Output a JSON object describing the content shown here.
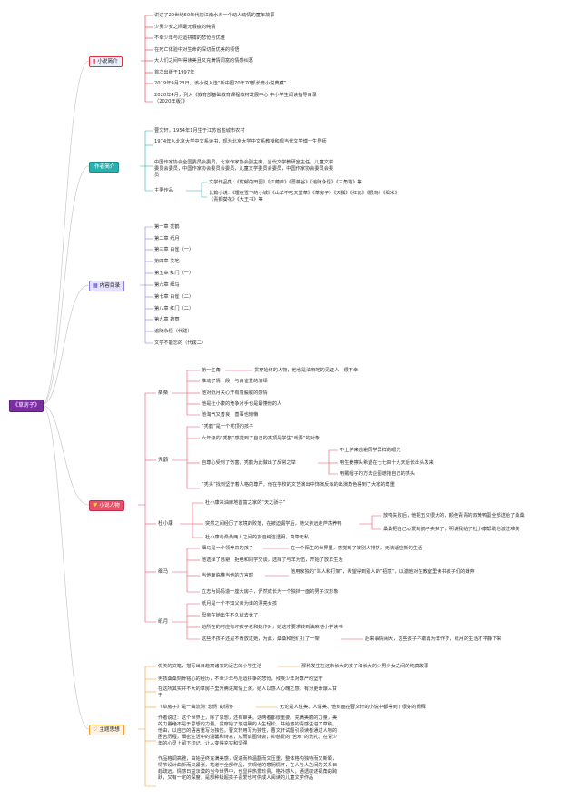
{
  "root": {
    "label": "《草房子》"
  },
  "sections": {
    "intro": {
      "label": "小说简介",
      "icon": "book-icon",
      "color": "#e03040",
      "items": [
        "讲述了20世纪60年代初江南水乡一个动人动情的童年故事",
        "少男少女之间毫无瑕疵的纯情",
        "不幸少年与厄运拼搏的悲怆与优雅",
        "在死亡体验中对生命的深切而优美的领悟",
        "大人们之间叫得读美且又充满情调富的情感纠葛",
        "首次出版于1997年",
        "2019年9月23日，该小说入选“新中国70年70部长篇小说典藏”",
        "2020年4月，列入《教育部基础教育课程教材发展中心 中小学生阅读指导目录（2020年版）》"
      ]
    },
    "author": {
      "label": "作者简介",
      "icon": "person-icon",
      "color": "#2bb0b0",
      "items": [
        "曹文轩，1954年1月生于江苏省盐城市农村",
        "1974年入北京大学中文系读书，现为北京大学中文系教授和现当代文学博士生导师",
        "中国作家协会全国委员会委员，北京作家协会副主席，当代文学教研室主任，儿童文学委员会委员，中国作家协会委员会委员，儿童文学委员会委员，中国作家协会委员会委员",
        "主要作品"
      ],
      "works": [
        "文学作品集：《忧郁的田园》《红葫芦》《蔷薇谷》《追随永恒》《三角地》等",
        "长篇小说：《埋在雪下的小城》《山羊不吃天堂草》《草房子》《天瓢》《红瓦》《根鸟》《细米》《青铜葵花》《大王书》等"
      ]
    },
    "contents": {
      "label": "内容目录",
      "icon": "list-icon",
      "color": "#8a7fd8",
      "items": [
        "第一章 秃鹤",
        "第二章 纸月",
        "第三章 白雀（一）",
        "第四章 艾地",
        "第五章 红门（一）",
        "第六章 细马",
        "第七章 白雀（二）",
        "第八章 红门（二）",
        "第九章 药寮",
        "追随永恒（代跋）",
        "文学不能忘的（代跋二）"
      ]
    },
    "characters": {
      "label": "小说人物",
      "icon": "heart-icon",
      "color": "#e8506a",
      "sangsang": {
        "name": "桑桑",
        "items": [
          "第一主角",
          "推动了情一段，与白雀爱的演绎",
          "他对纸月关心开有着朦胧的感情",
          "他是杜小康的竞争对手也是最懂他的人",
          "他淘气又善良，善事也懒懒"
        ],
        "note": "贯穿始终的人物，他也是油麻地的见证人，很不幸"
      },
      "tuhe": {
        "name": "秃鹤",
        "items": [
          "“秃鹤”是一个秃顶的孩子",
          "六年级的“秃鹤”感觉到了自己的秃顶是学生“戏弄”的对象",
          "自尊心受到了伤害，秃鹤为此做出了反常之举",
          "“秃头”找到坚守着人格的尊严，他在学校的文艺演出中饰演反派的出演角色得到了大家的尊重"
        ],
        "reactions": [
          "不上学来逃避同学异样的眼光",
          "用生姜擦头希望在七七四十九天后长出头发来",
          "用戴帽子的方法企图遮掩自己的秃头"
        ]
      },
      "duxiaokang": {
        "name": "杜小康",
        "items": [
          "杜小康来油麻地首富之家的“天之骄子”",
          "突然之间经历了家境的败落，在被迫辍学后，随父亲远走芦荡养鸭",
          "杜小康与桑桑两人之间的友谊纯洁透明，真挚无私"
        ],
        "notes": [
          "放鸭失败后，他把五只很大的、颜色青青的双黄鸭蛋全部送给了桑桑",
          "桑桑把自己心爱的鸽子卖掉了，明说我给了杜小康帮助他渡过难关"
        ]
      },
      "ximа": {
        "name": "细马",
        "items": [
          "细马是一个领养来的孩子",
          "他选择了逃避，拒绝和同学交谈，选择了与羊为伍，开始了放羊生活",
          "当他面临懂当他的方言时",
          "立志为妈妈造一座大房子，俨然成长为一个独挡一面的男子汉形象"
        ],
        "notes": [
          "在一个陌生的世界里，感觉到了被别人排挤，无法适应新的生活",
          "他用家独的“骂人和打架”，希望得到别人的“招惹”，以激他对在教室里读书孩子们的嫌弃"
        ]
      },
      "zhiyue": {
        "name": "纸月",
        "items": [
          "纸月是一个不知父亲为谁的漂亮女孩",
          "母亲在她出生不久就去世了",
          "她所在的村庄有坏孩子老和她作对，她这才要求转到油麻地小学读书",
          "这些坏孩子还是不肯放过她，为此，桑桑和他们打了一架"
        ],
        "note": "后来事情闹大，这些孩子不敢再为非作歹，纸月的生活才平静下来"
      }
    },
    "theme": {
      "label": "主题思想",
      "icon": "heart-icon",
      "color": "#f0a030",
      "items": [
        "优美的文笔，描写出日趋寓诸农的近古的小学生活",
        "男孩桑桑刻骨铭心的经历，不幸少年与厄运拼争的悲怆，残疾少年对尊严的坚守",
        "在这所其实并不大的草房子里升腾进离情上演，给人以感人心魄之感，有对更命爆人甘于",
        "《草房子》是一曲流淌“悲悯”的情怀",
        "作者说过：这个世界上，除了思想，还有审美。这两者都很重要。充满美丽的力量，美的力量绝不是于思想的力量。贯穿始了悠进明的人生轻松，并给悠的情感注进了草稿。他由，以自己的语言重写为独性。曹文轩用写为独性，曹文轩试图引领读者通过人物的困苦历程，细密生活中的温馨和诗意，从而启图体会，抑慈爱的“苦难”的洗礼，在青少年的心灵上留下印记，让人变得充实和坚强",
        "作品格调高雅，由始至终充满美感，促进而构温翻而文压重，整体格构独特而又新颖，情节设计曲折而又紧张，笔道于全部作品，实现他的悲悯情怀，在人与人之间的关系日趋疏远，情感日益淡漠的当今世界中，也显得热爱珍贵，格外感人，通透叙述视角的跨跃，又有一定的深度，是部种极超孩子喜爱也可供成人阅读的儿童文学作品"
      ],
      "notes": [
        "那种发生在还未长大的孩子和长大的少男少女之间的纯真故事",
        "无论是人性美、人情美、他刻画在曹文轩的小说中都得到了很好的阐释"
      ]
    }
  }
}
